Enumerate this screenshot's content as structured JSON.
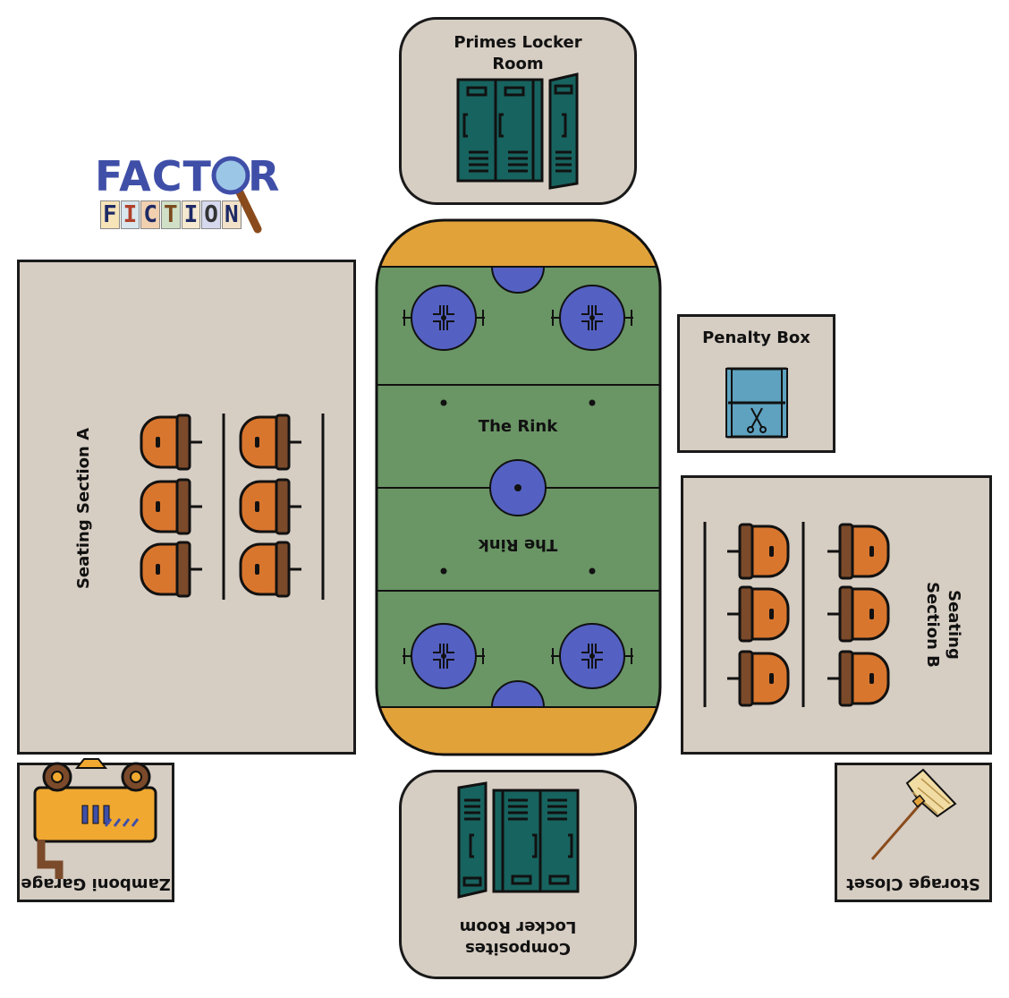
{
  "logo": {
    "line1": "FACTOR",
    "line2": "FICTION"
  },
  "rooms": {
    "primes_locker": "Primes Locker Room",
    "composites_locker": "Composites Locker Room",
    "seating_a": "Seating Section A",
    "seating_b": "Seating Section B",
    "penalty_box": "Penalty Box",
    "zamboni": "Zamboni Garage",
    "storage": "Storage Closet"
  },
  "rink": {
    "label_top": "The Rink",
    "label_bottom": "The Rink"
  },
  "colors": {
    "room_fill": "#d6cdc3",
    "ice": "#6a9565",
    "rink_end": "#e2a23a",
    "circle": "#5461c2",
    "locker": "#17635f",
    "seat": "#d9762e",
    "seat_back": "#7b4a2a",
    "penalty_bench": "#5ea2c0",
    "zamboni": "#f0a830"
  },
  "icons": [
    "locker-icon",
    "seat-icon",
    "bench-icon",
    "zamboni-icon",
    "broom-icon",
    "magnifier-icon"
  ]
}
